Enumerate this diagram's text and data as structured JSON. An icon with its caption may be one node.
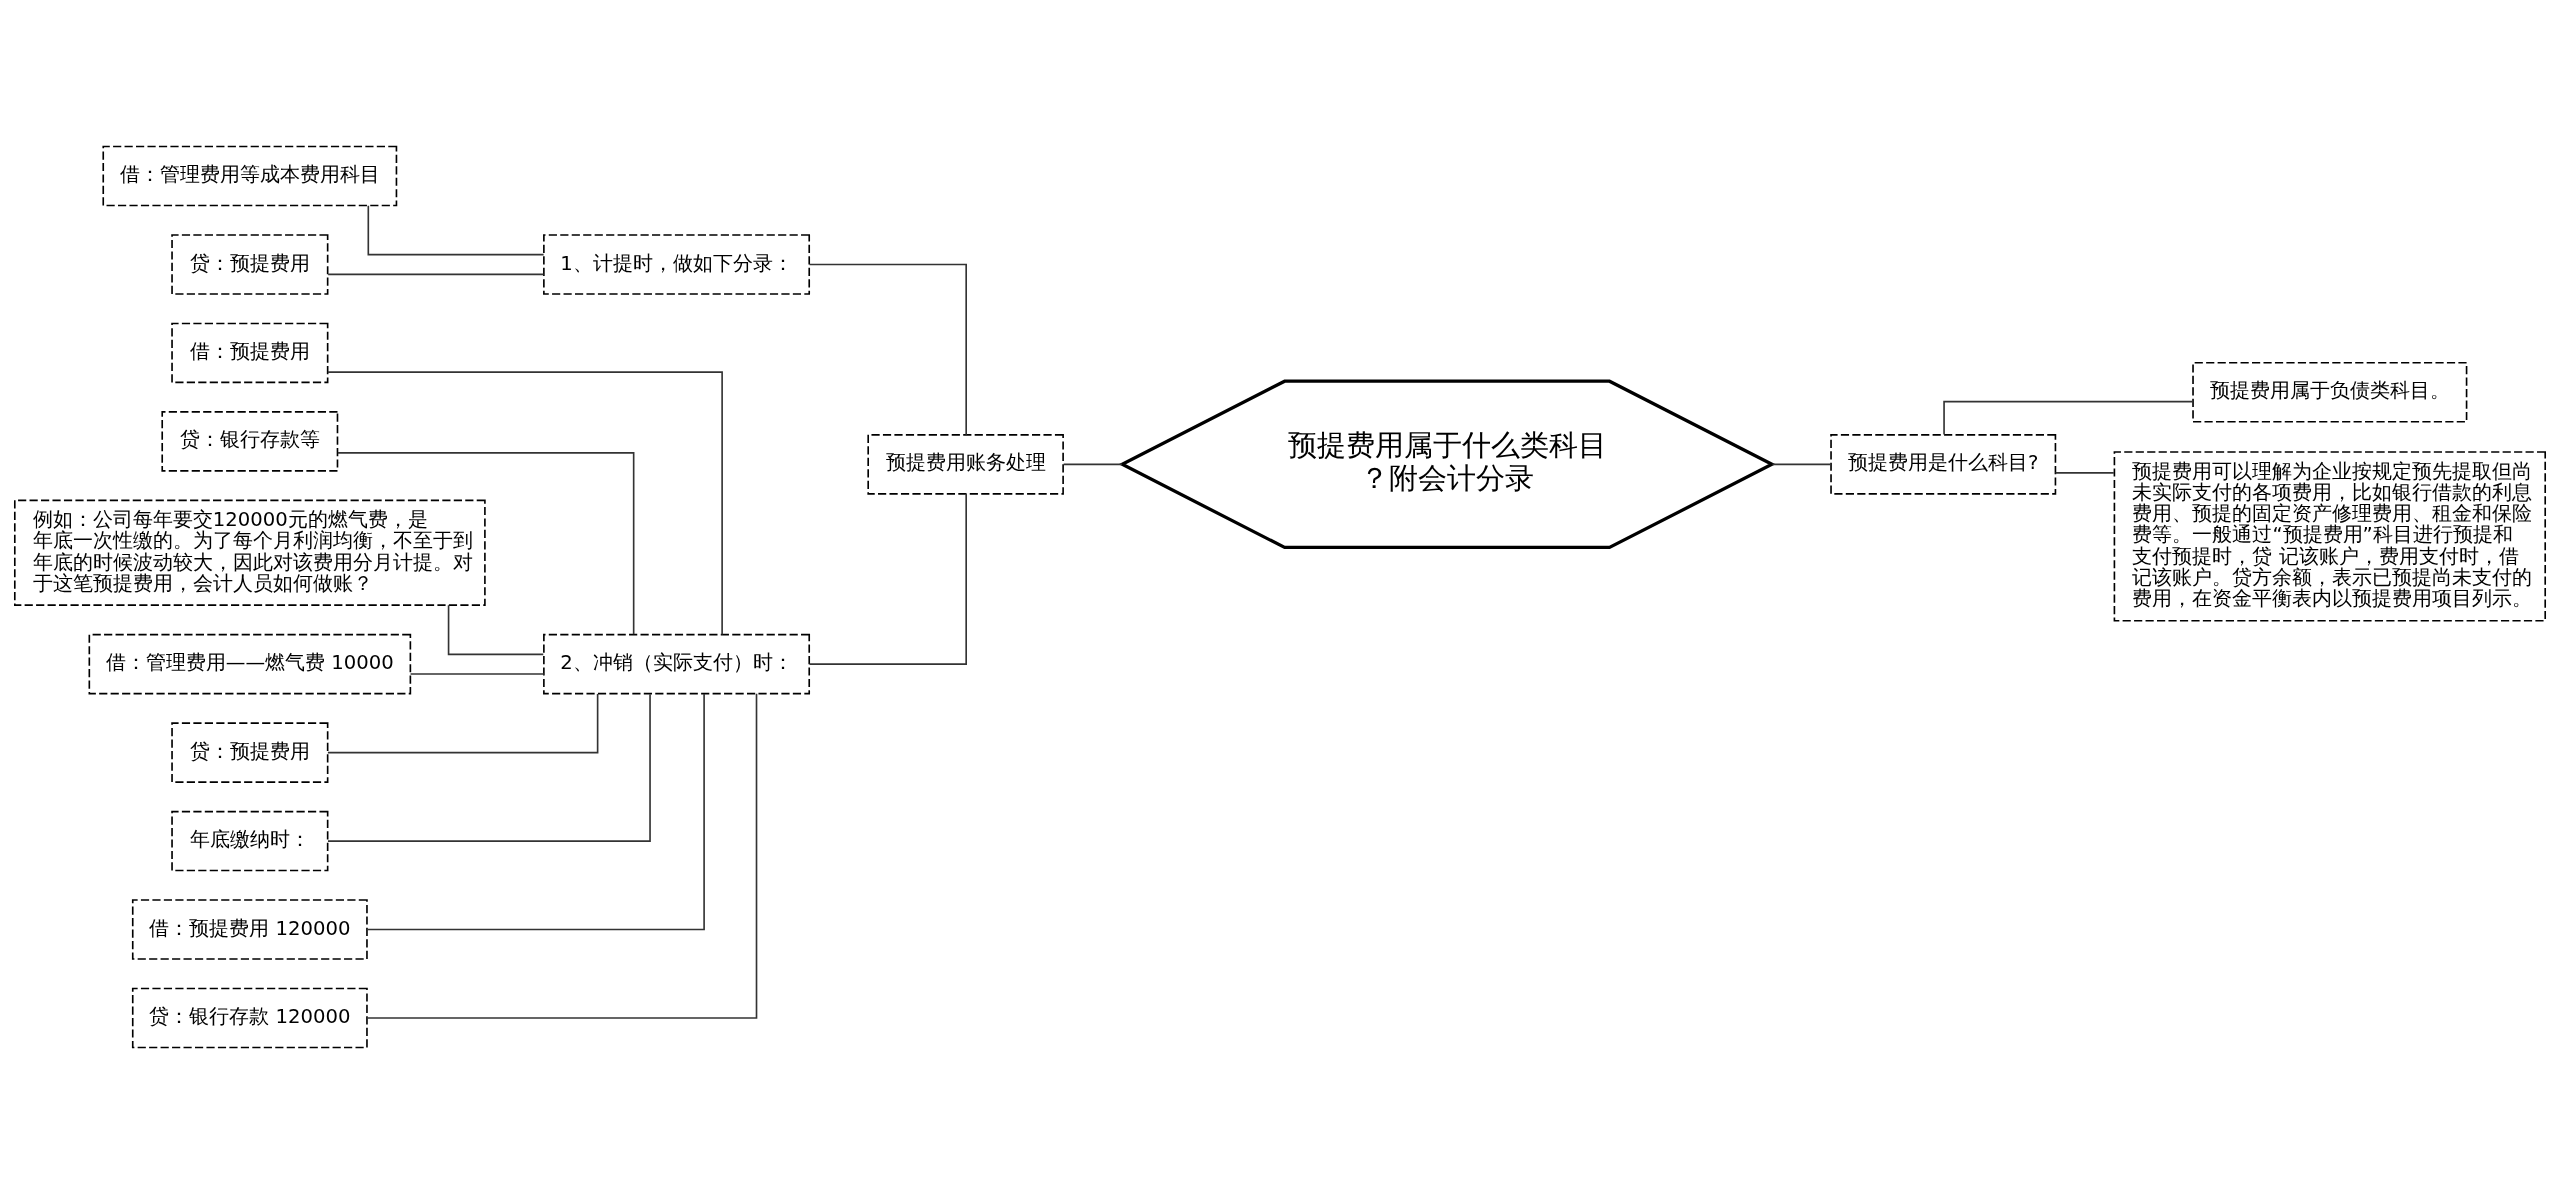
{
  "diagram": {
    "nodes": [
      {
        "text": [
          "预提费用属于什么类科目？附会计分录"
        ]
      },
      {
        "text": [
          "预提费用账务处理"
        ]
      },
      {
        "text": [
          "1、计提时，做如下分录："
        ]
      },
      {
        "text": [
          "借：管理费用等成本费用科目"
        ]
      },
      {
        "text": [
          "贷：预提费用"
        ]
      },
      {
        "text": [
          "2、冲销（实际支付）时："
        ]
      },
      {
        "text": [
          "借：预提费用"
        ]
      },
      {
        "text": [
          "贷：银行存款等"
        ]
      },
      {
        "text": [
          "例如：公司每年要交120000元的燃气费，是年底一次性缴的。为了每个月利润均衡，不至于到年底的时候波动较大，因此对该费用分月计提。对于这笔预提费用，会计人员如何做账？"
        ]
      },
      {
        "text": [
          "借：管理费用——燃气费 10000"
        ]
      },
      {
        "text": [
          "贷：预提费用"
        ]
      },
      {
        "text": [
          "年底缴纳时："
        ]
      },
      {
        "text": [
          "借：预提费用 120000"
        ]
      },
      {
        "text": [
          "贷：银行存款 120000"
        ]
      },
      {
        "text": [
          "预提费用是什么科目?"
        ]
      },
      {
        "text": [
          "预提费用属于负债类科目。"
        ]
      },
      {
        "text": [
          "预提费用可以理解为企业按规定预先提取但尚未实际支付的各项费用，比如银行借款的利息费用、预提的固定资产修理费用、租金和保险费等。一般通过“预提费用”科目进行预提和支付预提时，贷 记该账户，费用支付时，借记该账户。贷方余额，表示已预提尚未支付的费用，在资金平衡表内以预提费用项目列示。"
        ]
      }
    ],
    "edges": [
      {
        "from": 0,
        "to": 1,
        "arrow": "none"
      },
      {
        "from": 1,
        "to": 2,
        "arrow": "none"
      },
      {
        "from": 2,
        "to": 3,
        "arrow": "none"
      },
      {
        "from": 2,
        "to": 4,
        "arrow": "none"
      },
      {
        "from": 1,
        "to": 5,
        "arrow": "none"
      },
      {
        "from": 5,
        "to": 6,
        "arrow": "none"
      },
      {
        "from": 5,
        "to": 7,
        "arrow": "none"
      },
      {
        "from": 5,
        "to": 8,
        "arrow": "none"
      },
      {
        "from": 5,
        "to": 9,
        "arrow": "none"
      },
      {
        "from": 5,
        "to": 10,
        "arrow": "none"
      },
      {
        "from": 5,
        "to": 11,
        "arrow": "none"
      },
      {
        "from": 5,
        "to": 12,
        "arrow": "none"
      },
      {
        "from": 5,
        "to": 13,
        "arrow": "none"
      },
      {
        "from": 0,
        "to": 14,
        "arrow": "none"
      },
      {
        "from": 14,
        "to": 15,
        "arrow": "none"
      },
      {
        "from": 14,
        "to": 16,
        "arrow": "none"
      }
    ]
  }
}
